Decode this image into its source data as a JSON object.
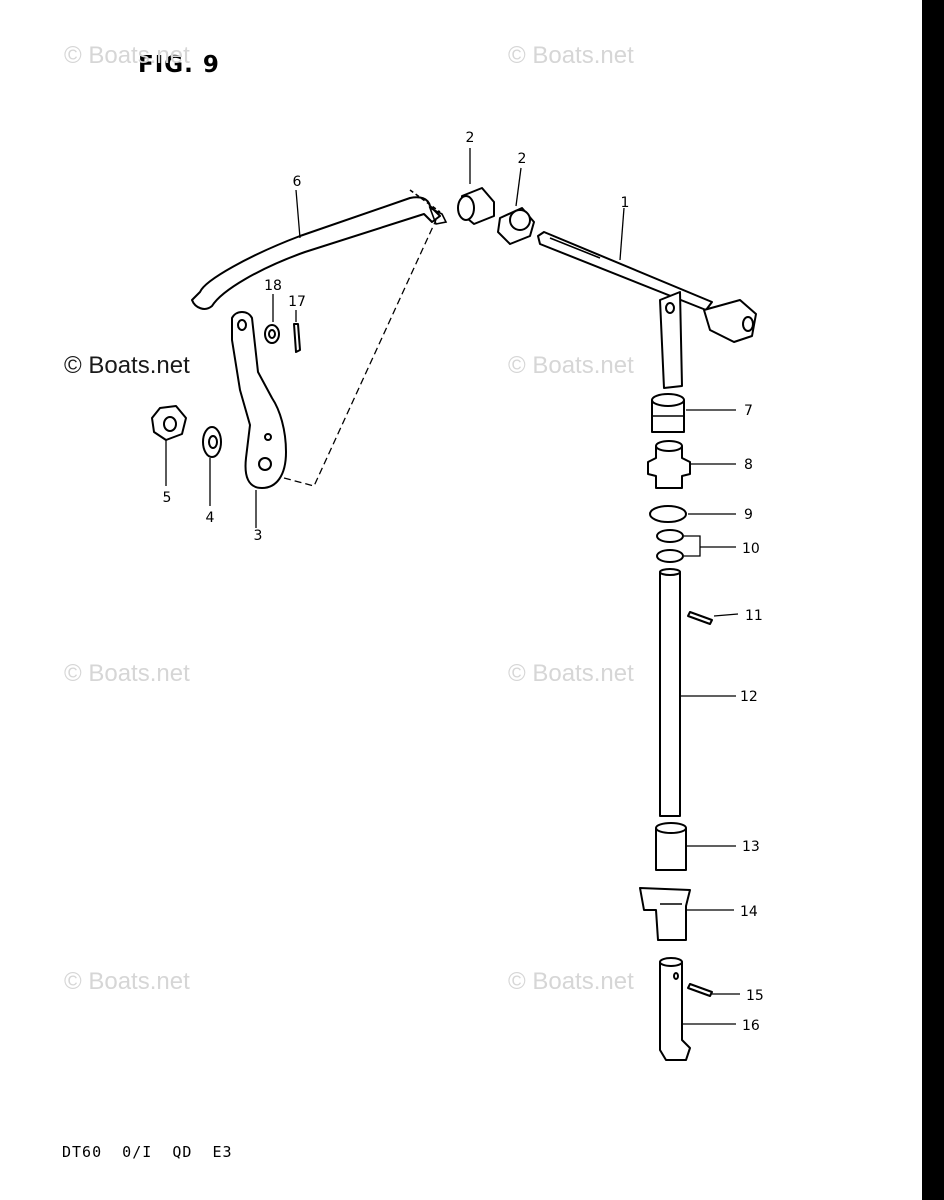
{
  "title": "FIG. 9",
  "model_code": "DT60  0/I  QD  E3",
  "watermark_text": "© Boats.net",
  "callouts": {
    "p1": "1",
    "p2a": "2",
    "p2b": "2",
    "p3": "3",
    "p4": "4",
    "p5": "5",
    "p6": "6",
    "p7": "7",
    "p8": "8",
    "p9": "9",
    "p10": "10",
    "p11": "11",
    "p12": "12",
    "p13": "13",
    "p14": "14",
    "p15": "15",
    "p16": "16",
    "p17": "17",
    "p18": "18"
  },
  "colors": {
    "ink": "#000000",
    "watermark": "#d6d6d6",
    "background": "#ffffff"
  }
}
